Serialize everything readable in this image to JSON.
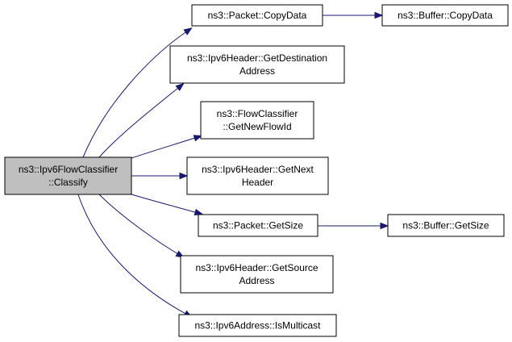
{
  "colors": {
    "edge": "#191970",
    "root_fill": "#bfbfbf",
    "node_fill": "#ffffff",
    "border": "#000000"
  },
  "nodes": [
    {
      "id": "classify",
      "lines": [
        "ns3::Ipv6FlowClassifier",
        "::Classify"
      ]
    },
    {
      "id": "copydata",
      "lines": [
        "ns3::Packet::CopyData"
      ]
    },
    {
      "id": "buf-copydata",
      "lines": [
        "ns3::Buffer::CopyData"
      ]
    },
    {
      "id": "getdest",
      "lines": [
        "ns3::Ipv6Header::GetDestination",
        "Address"
      ]
    },
    {
      "id": "newflow",
      "lines": [
        "ns3::FlowClassifier",
        "::GetNewFlowId"
      ]
    },
    {
      "id": "nexthdr",
      "lines": [
        "ns3::Ipv6Header::GetNext",
        "Header"
      ]
    },
    {
      "id": "getsize",
      "lines": [
        "ns3::Packet::GetSize"
      ]
    },
    {
      "id": "buf-getsize",
      "lines": [
        "ns3::Buffer::GetSize"
      ]
    },
    {
      "id": "getsrc",
      "lines": [
        "ns3::Ipv6Header::GetSource",
        "Address"
      ]
    },
    {
      "id": "ismulti",
      "lines": [
        "ns3::Ipv6Address::IsMulticast"
      ]
    }
  ],
  "edges": [
    {
      "from": "classify",
      "to": "copydata"
    },
    {
      "from": "classify",
      "to": "getdest"
    },
    {
      "from": "classify",
      "to": "newflow"
    },
    {
      "from": "classify",
      "to": "nexthdr"
    },
    {
      "from": "classify",
      "to": "getsize"
    },
    {
      "from": "classify",
      "to": "getsrc"
    },
    {
      "from": "classify",
      "to": "ismulti"
    },
    {
      "from": "copydata",
      "to": "buf-copydata"
    },
    {
      "from": "getsize",
      "to": "buf-getsize"
    }
  ]
}
